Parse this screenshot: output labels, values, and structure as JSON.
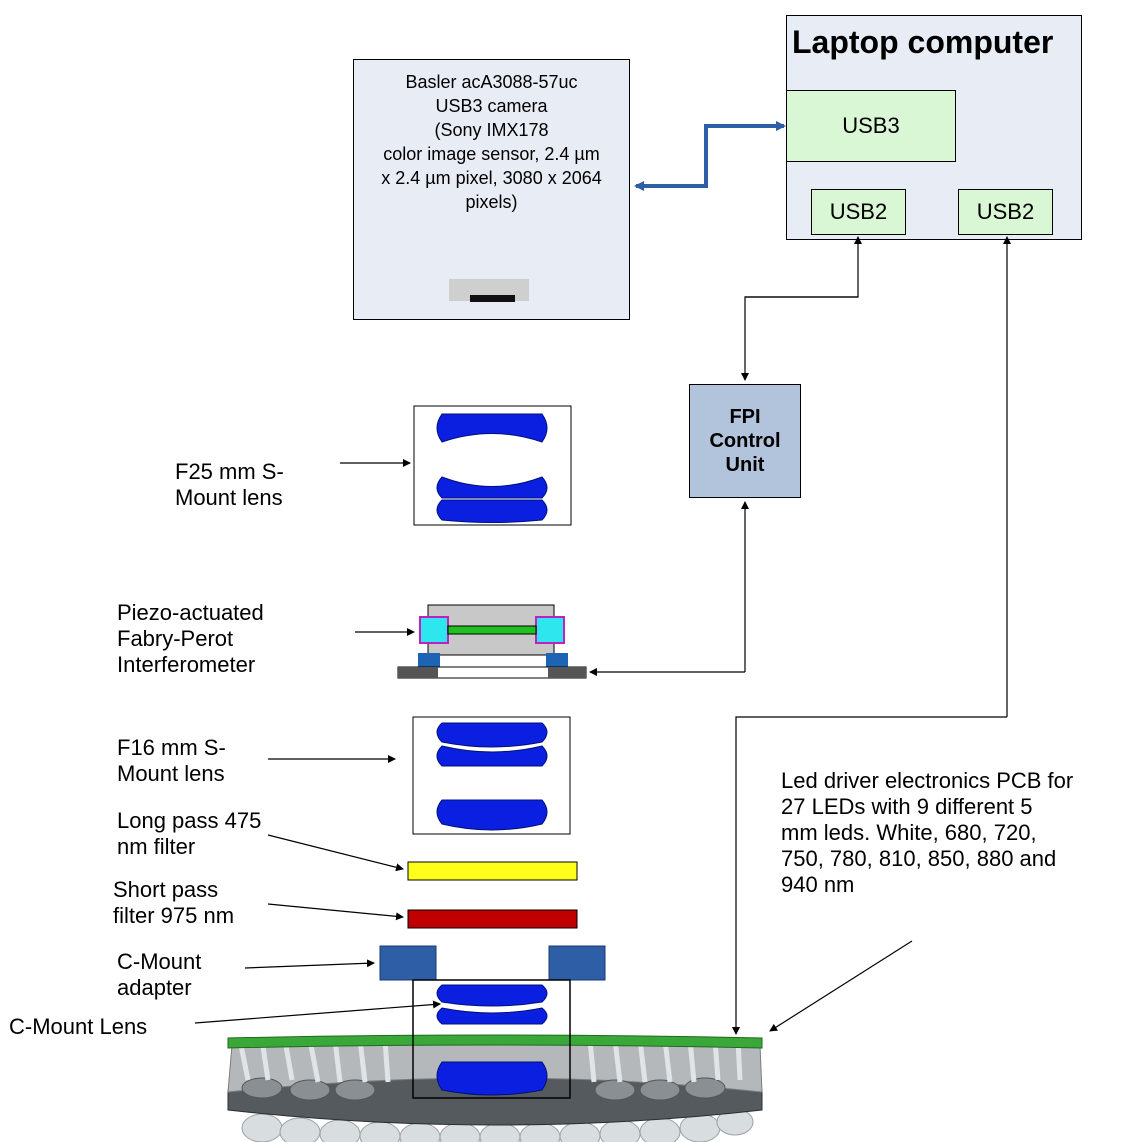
{
  "laptop": {
    "title": "Laptop computer",
    "usb3": "USB3",
    "usb2_left": "USB2",
    "usb2_right": "USB2"
  },
  "camera": {
    "lines": [
      "Basler acA3088-57uc",
      "USB3 camera",
      "(Sony IMX178",
      "color image sensor, 2.4 µm",
      "x 2.4 µm pixel, 3080 x 2064",
      "pixels)"
    ]
  },
  "fpi_unit": {
    "lines": [
      "FPI",
      "Control",
      "Unit"
    ]
  },
  "labels": {
    "f25": [
      "F25 mm S-",
      "Mount lens"
    ],
    "fpi": [
      "Piezo-actuated",
      "Fabry-Perot",
      "Interferometer"
    ],
    "f16": [
      "F16 mm S-",
      "Mount lens"
    ],
    "longpass": [
      "Long pass 475",
      "nm filter"
    ],
    "shortpass": [
      "Short pass",
      "filter 975 nm"
    ],
    "cmount_adapter": [
      "C-Mount",
      "adapter"
    ],
    "cmount_lens": "C-Mount Lens",
    "led_driver": [
      "Led driver electronics PCB for",
      "27 LEDs with 9 different 5",
      "mm leds. White, 680, 720,",
      "750, 780, 810, 850, 880 and",
      "940 nm"
    ]
  },
  "colors": {
    "panel_bg": "#e8ecf5",
    "usb_green": "#d9f7d4",
    "usb3_arrow": "#2e5ea6",
    "fpi_unit_bg": "#b2c3dc",
    "lens_blue": "#0a1fe0",
    "longpass_yellow": "#ffff1a",
    "shortpass_red": "#c00000",
    "adapter_blue": "#2e5ea6",
    "pcb_green": "#3aa838",
    "ring_gray": "#555a5e"
  }
}
